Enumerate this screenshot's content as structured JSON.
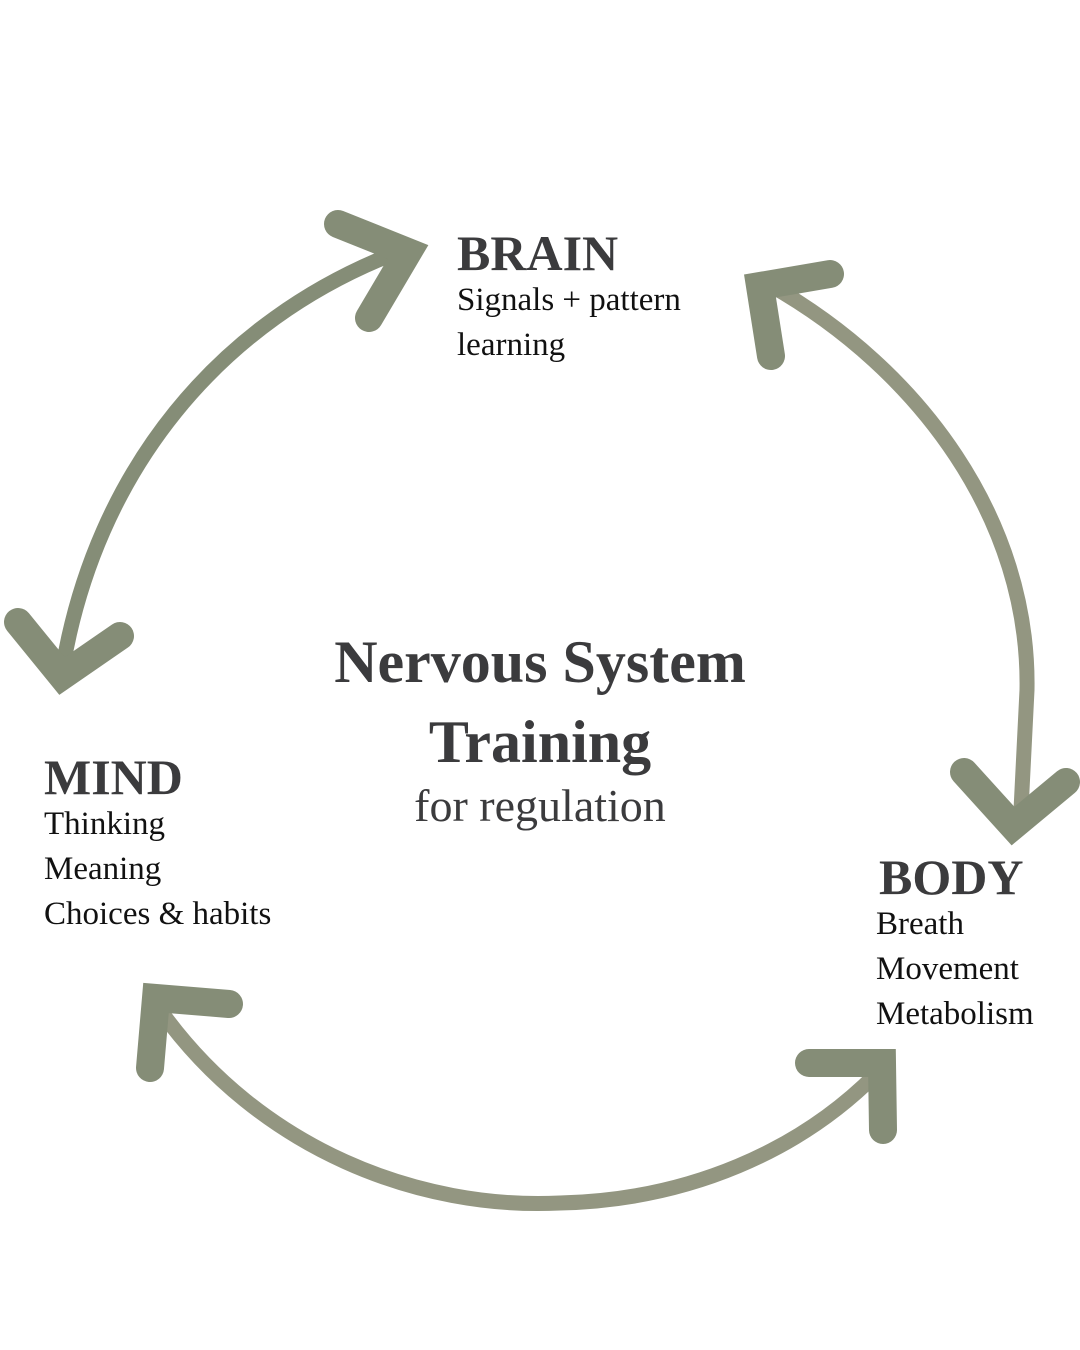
{
  "diagram": {
    "title_line1": "Nervous System",
    "title_line2": "Training",
    "subtitle": "for regulation",
    "nodes": {
      "brain": {
        "title": "BRAIN",
        "lines": [
          "Signals + pattern",
          "learning"
        ]
      },
      "mind": {
        "title": "MIND",
        "lines": [
          "Thinking",
          "Meaning",
          "Choices & habits"
        ]
      },
      "body": {
        "title": "BODY",
        "lines": [
          "Breath",
          "Movement",
          "Metabolism"
        ]
      }
    },
    "connections": [
      {
        "from": "mind",
        "to": "brain",
        "type": "bidirectional",
        "icon": "double-headed-curved-arrow"
      },
      {
        "from": "brain",
        "to": "body",
        "type": "bidirectional",
        "icon": "double-headed-curved-arrow"
      },
      {
        "from": "mind",
        "to": "body",
        "type": "bidirectional",
        "icon": "double-headed-curved-arrow"
      }
    ],
    "colors": {
      "arrow_dark": "#858d77",
      "arrow_light": "#939681",
      "heading_text": "#3b3b3d",
      "body_text": "#111111",
      "background": "#ffffff"
    }
  }
}
